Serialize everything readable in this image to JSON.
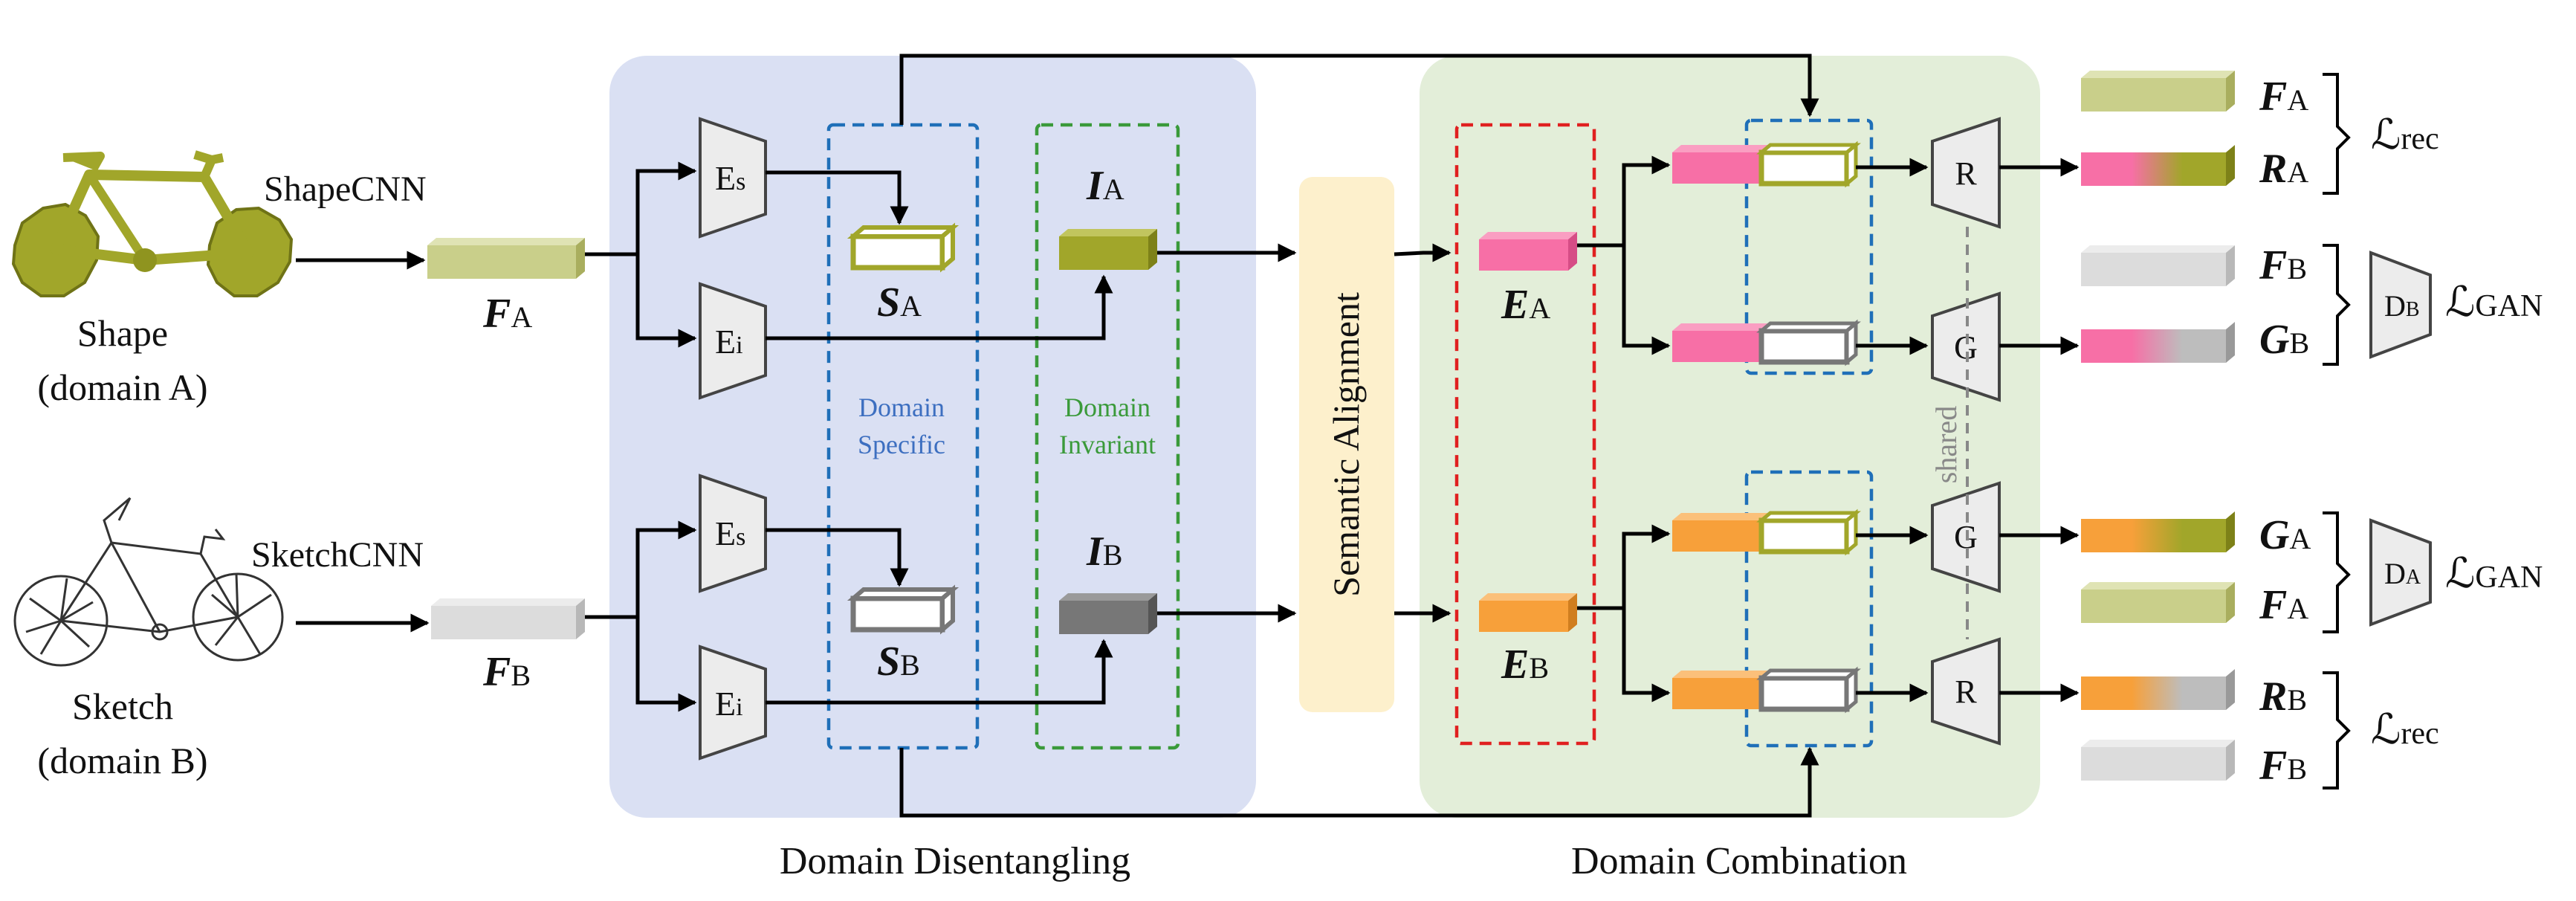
{
  "colors": {
    "disentangle_bg": "#dae0f3",
    "combine_bg": "#e3eed9",
    "align_bg": "#fdf0cc",
    "olive": "#a1a62a",
    "olive_light": "#c9cf8a",
    "gray_light": "#dcdcdc",
    "gray_dark": "#777777",
    "pink": "#f76fa6",
    "orange": "#f7a03a",
    "dash_blue": "#1f6fb8",
    "dash_green": "#3a9a3a",
    "dash_red": "#e02020",
    "text_blue": "#3d6fc0",
    "text_green": "#3a9a3a",
    "shared_gray": "#888888"
  },
  "inputs": {
    "shape_icon": "bicycle-3d-model",
    "shape_caption_1": "Shape",
    "shape_caption_2": "(domain A)",
    "shape_net": "ShapeCNN",
    "sketch_icon": "bicycle-sketch",
    "sketch_caption_1": "Sketch",
    "sketch_caption_2": "(domain B)",
    "sketch_net": "SketchCNN"
  },
  "features": {
    "fa_main": "F",
    "fa_sub": "A",
    "fb_main": "F",
    "fb_sub": "B"
  },
  "encoders": {
    "es_main": "E",
    "es_sub": "s",
    "ei_main": "E",
    "ei_sub": "i"
  },
  "codes": {
    "sa_main": "S",
    "sa_sub": "A",
    "sb_main": "S",
    "sb_sub": "B",
    "ia_main": "I",
    "ia_sub": "A",
    "ib_main": "I",
    "ib_sub": "B"
  },
  "groups": {
    "specific_1": "Domain",
    "specific_2": "Specific",
    "invariant_1": "Domain",
    "invariant_2": "Invariant",
    "alignment": "Semantic Alignment"
  },
  "combination": {
    "ea_main": "E",
    "ea_sub": "A",
    "eb_main": "E",
    "eb_sub": "B",
    "decoder_r": "R",
    "decoder_g": "G",
    "shared": "shared"
  },
  "outputs": {
    "f_main": "F",
    "r_main": "R",
    "g_main": "G",
    "sub_a": "A",
    "sub_b": "B",
    "disc_main": "D",
    "loss_symbol": "ℒ",
    "loss_rec": "rec",
    "loss_gan": "GAN"
  },
  "captions": {
    "disentangling": "Domain Disentangling",
    "combination": "Domain Combination"
  }
}
